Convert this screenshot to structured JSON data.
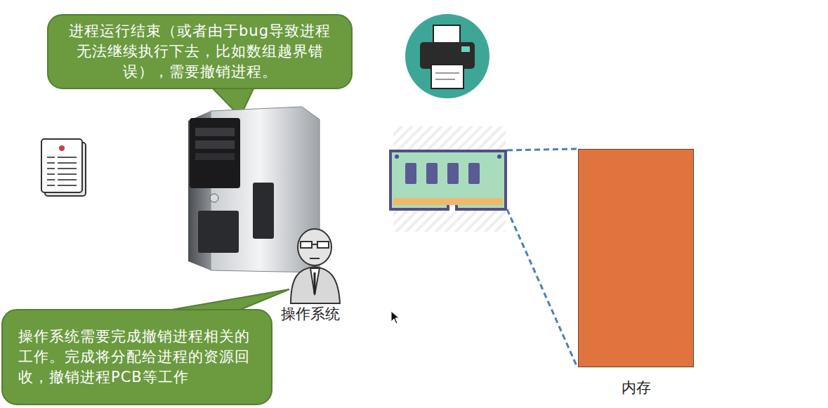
{
  "diagram": {
    "nodes": [
      {
        "text": [
          "进程运行结束（或者由于bug导致进程无法继续执行下去，比如数组越界错误），需要撤销进程。"
        ]
      },
      {
        "text": [
          "内存"
        ]
      },
      {
        "text": [
          "操作系统需要完成撤销进程相关的工作。完成将分配给进程的资源回收，撤销进程PCB等工作"
        ]
      }
    ],
    "labels": [
      "操作系统"
    ]
  }
}
